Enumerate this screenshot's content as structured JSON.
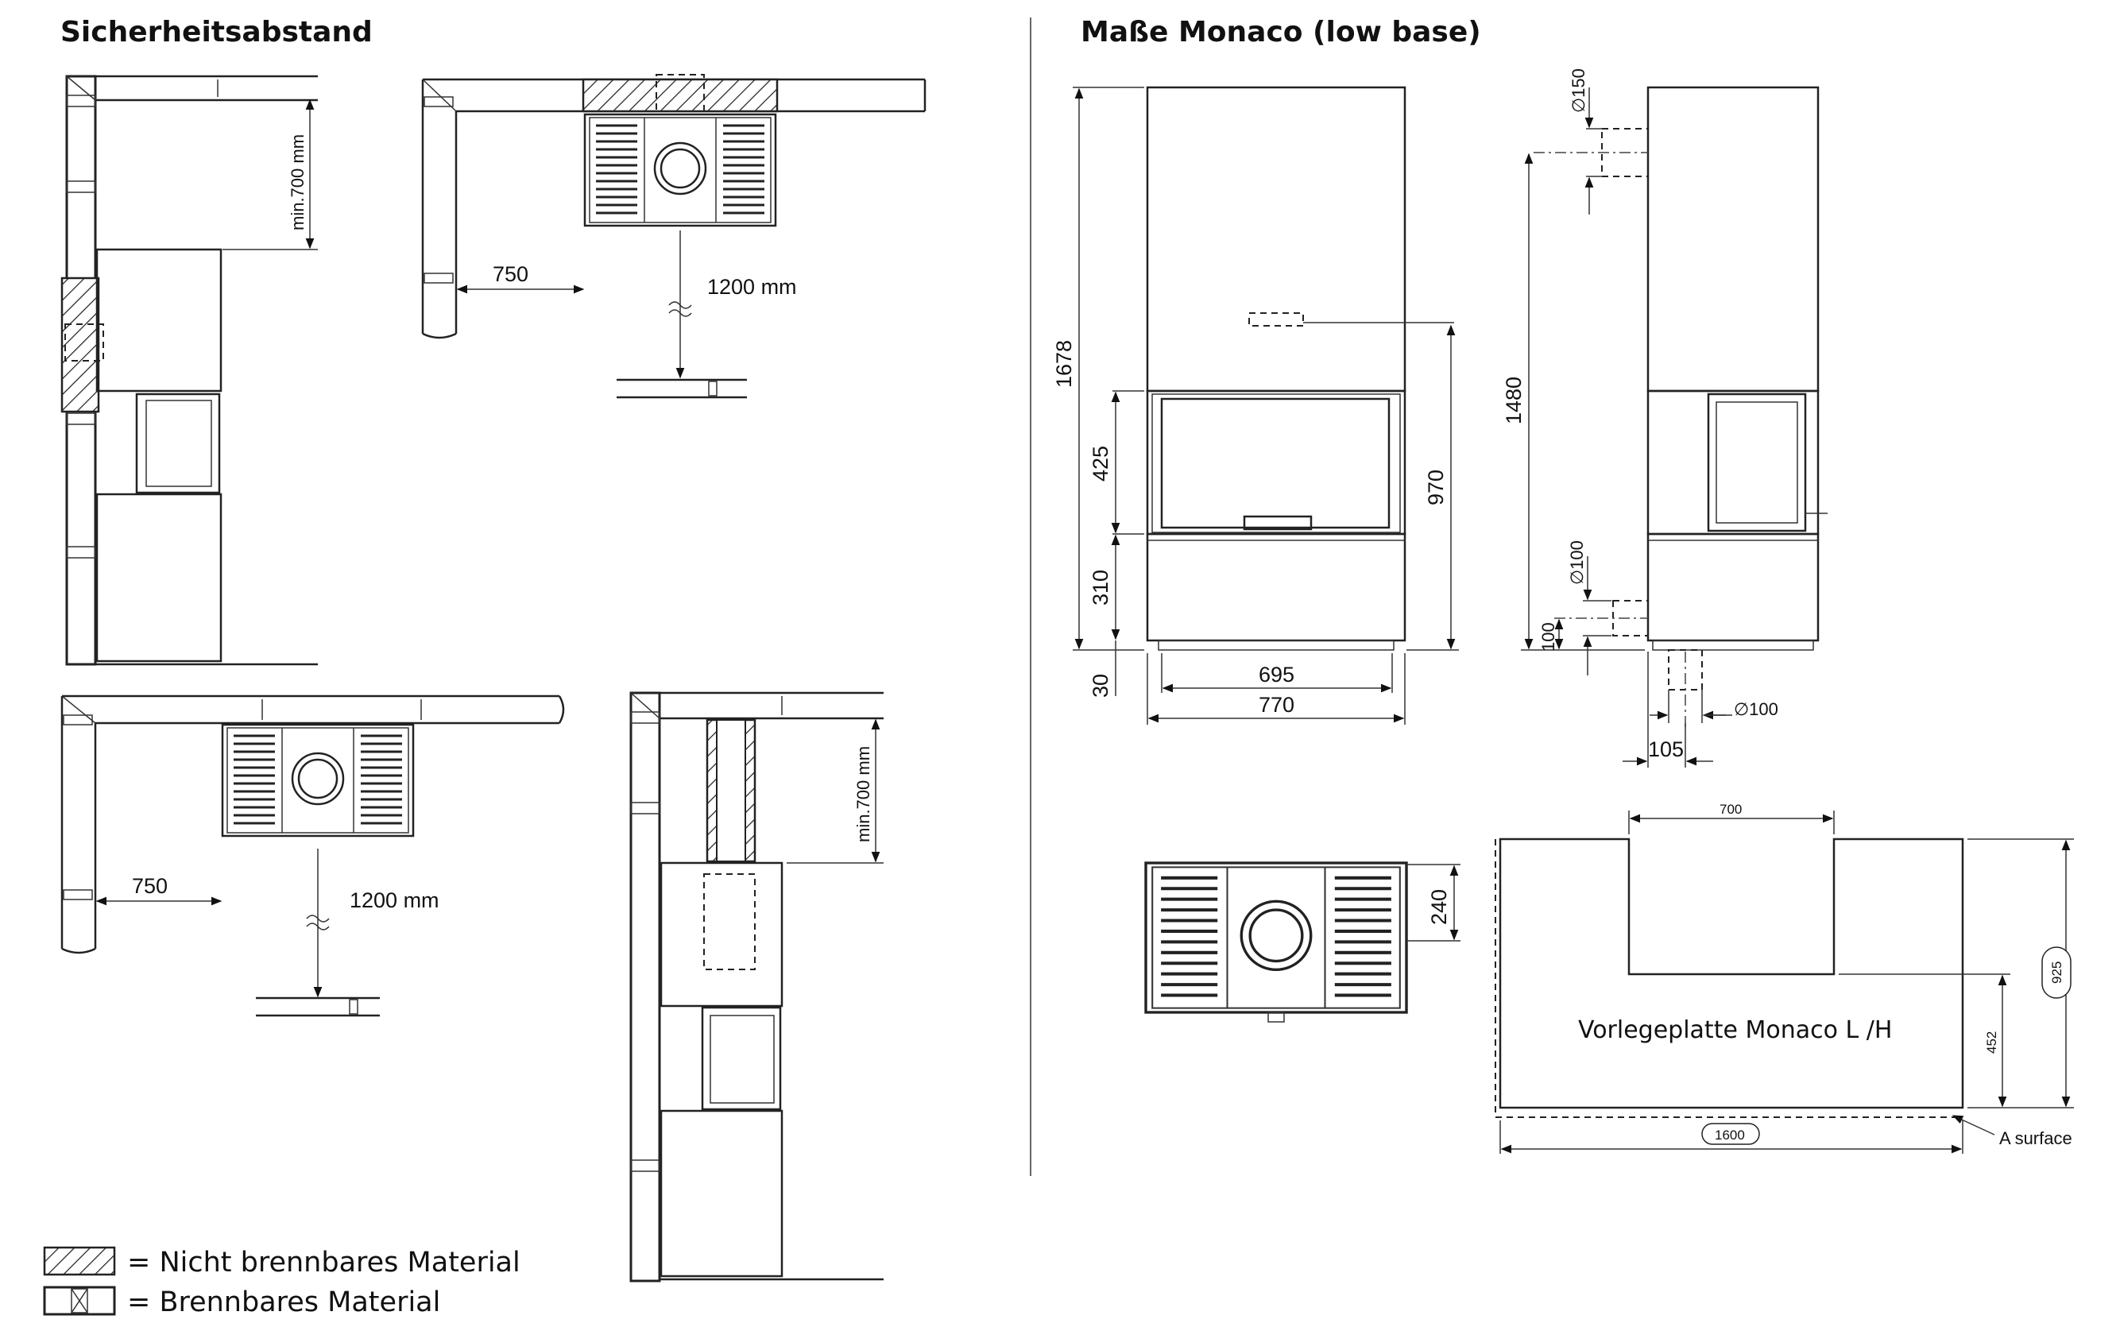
{
  "headings": {
    "safety": "Sicherheitsabstand",
    "dimensions": "Maße  Monaco (low base)"
  },
  "safety": {
    "min_700": "min.700 mm",
    "d750": "750",
    "d1200": "1200 mm"
  },
  "front_view": {
    "total_height": "1678",
    "door_height": "425",
    "base_height": "310",
    "foot_height": "30",
    "inner_width": "695",
    "outer_width": "770",
    "top_height": "970"
  },
  "side_view": {
    "height_1480": "1480",
    "dia_150": "∅150",
    "dia_100_rear": "∅100",
    "height_100": "100",
    "dia_100_bottom": "∅100",
    "offset_105": "105"
  },
  "top_view": {
    "depth_240": "240"
  },
  "floor_plate": {
    "label": "Vorlegeplatte Monaco L /H",
    "width_700": "700",
    "height_925": "925",
    "height_452": "452",
    "width_1600": "1600",
    "surface_label": "A surface"
  },
  "legend": {
    "non_combustible": "= Nicht brennbares Material",
    "combustible": "= Brennbares Material"
  },
  "colors": {
    "ink": "#222222",
    "background": "#ffffff"
  }
}
